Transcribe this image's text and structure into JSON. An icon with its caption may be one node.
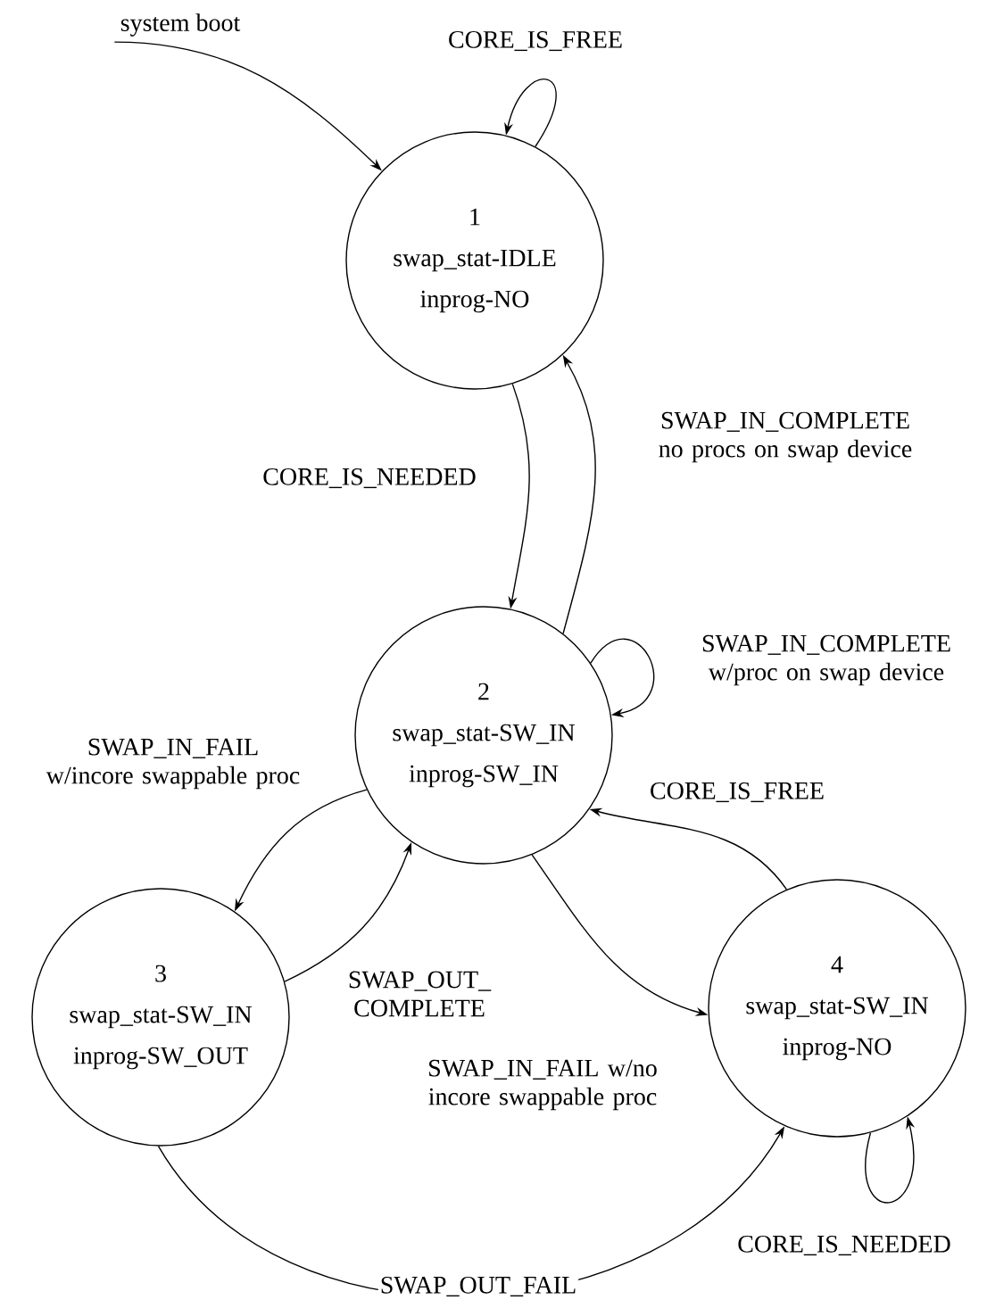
{
  "diagram": {
    "nodes": [
      {
        "text": [
          "system boot"
        ]
      },
      {
        "text": [
          "1",
          "swap_stat-IDLE",
          "inprog-NO"
        ]
      },
      {
        "text": [
          "2",
          "swap_stat-SW_IN",
          "inprog-SW_IN"
        ]
      },
      {
        "text": [
          "3",
          "swap_stat-SW_IN",
          "inprog-SW_OUT"
        ]
      },
      {
        "text": [
          "4",
          "swap_stat-SW_IN",
          "inprog-NO"
        ]
      }
    ],
    "edges": [
      {
        "from": 0,
        "to": 1,
        "arrow": "to"
      },
      {
        "from": 1,
        "to": 1,
        "arrow": "to",
        "label": "CORE_IS_FREE"
      },
      {
        "from": 1,
        "to": 2,
        "arrow": "to",
        "label": "CORE_IS_NEEDED"
      },
      {
        "from": 2,
        "to": 1,
        "arrow": "to",
        "label": "SWAP_IN_COMPLETE no procs on swap device"
      },
      {
        "from": 2,
        "to": 2,
        "arrow": "to",
        "label": "SWAP_IN_COMPLETE w/proc on swap device"
      },
      {
        "from": 2,
        "to": 3,
        "arrow": "to",
        "label": "SWAP_IN_FAIL w/incore swappable proc"
      },
      {
        "from": 3,
        "to": 2,
        "arrow": "to",
        "label": "SWAP_OUT_ COMPLETE"
      },
      {
        "from": 2,
        "to": 4,
        "arrow": "to",
        "label": "SWAP_IN_FAIL w/no incore swappable proc"
      },
      {
        "from": 4,
        "to": 2,
        "arrow": "to",
        "label": "CORE_IS_FREE"
      },
      {
        "from": 4,
        "to": 4,
        "arrow": "to",
        "label": "CORE_IS_NEEDED"
      },
      {
        "from": 3,
        "to": 4,
        "arrow": "to",
        "label": "SWAP_OUT_FAIL"
      }
    ]
  }
}
